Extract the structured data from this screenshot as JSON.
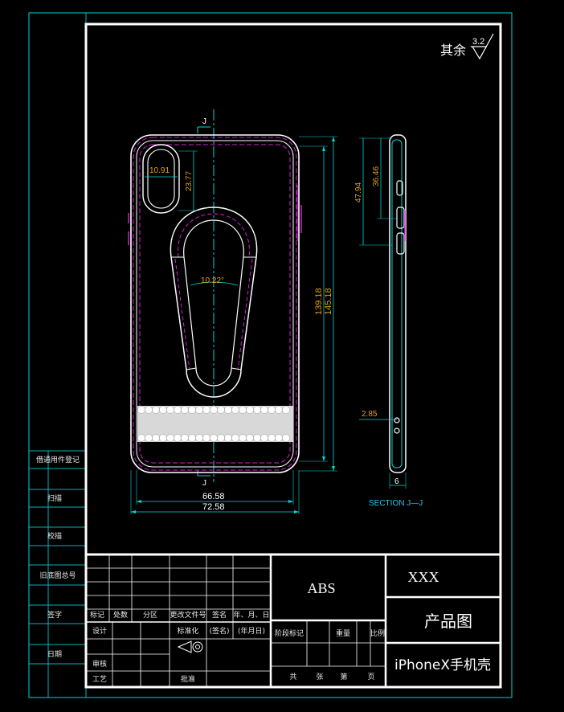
{
  "title_block": {
    "roughness_prefix": "其余",
    "roughness_value": "3.2",
    "material": "ABS",
    "company": "XXX",
    "doc_type": "产品图",
    "product_name": "iPhoneX手机壳"
  },
  "left_column": [
    "借通用件登记",
    "扫描",
    "校描",
    "旧底图总号",
    "签字",
    "日期"
  ],
  "revision_table": {
    "headers": [
      "标记",
      "处数",
      "分区",
      "更改文件号",
      "签名",
      "年、月、日"
    ],
    "rows": [
      {
        "label": "设计",
        "col2": "",
        "col3": "标准化",
        "col4": "(签名)",
        "col5": "(年月日)"
      },
      {
        "label": "审核",
        "col3": ""
      },
      {
        "label": "工艺",
        "col3": "批准"
      }
    ]
  },
  "stage_table": {
    "headers": [
      "阶段标记",
      "重量",
      "比例"
    ],
    "footer": [
      "共",
      "张",
      "第",
      "页"
    ]
  },
  "drawing": {
    "section_mark": "J",
    "section_caption": "SECTION J—J",
    "front_dims": {
      "camera_width": "10.91",
      "camera_height": "23.77",
      "kickstand_angle": "10.22°",
      "inner_height": "139.18",
      "outer_height": "145.18",
      "inner_width": "66.58",
      "outer_width": "72.58"
    },
    "side_dims": {
      "button_offset_outer": "47.94",
      "button_offset_inner": "36.46",
      "bottom_offset": "2.85",
      "thickness": "6"
    }
  },
  "colors": {
    "border": "#ffffff",
    "outer_frame": "#00b4b4",
    "part_outline": "#ffffff",
    "hidden_lines": "#d020d0",
    "dimension": "#00d8d8",
    "dimension_text": "#e0a020",
    "section_text": "#28c8e6"
  }
}
